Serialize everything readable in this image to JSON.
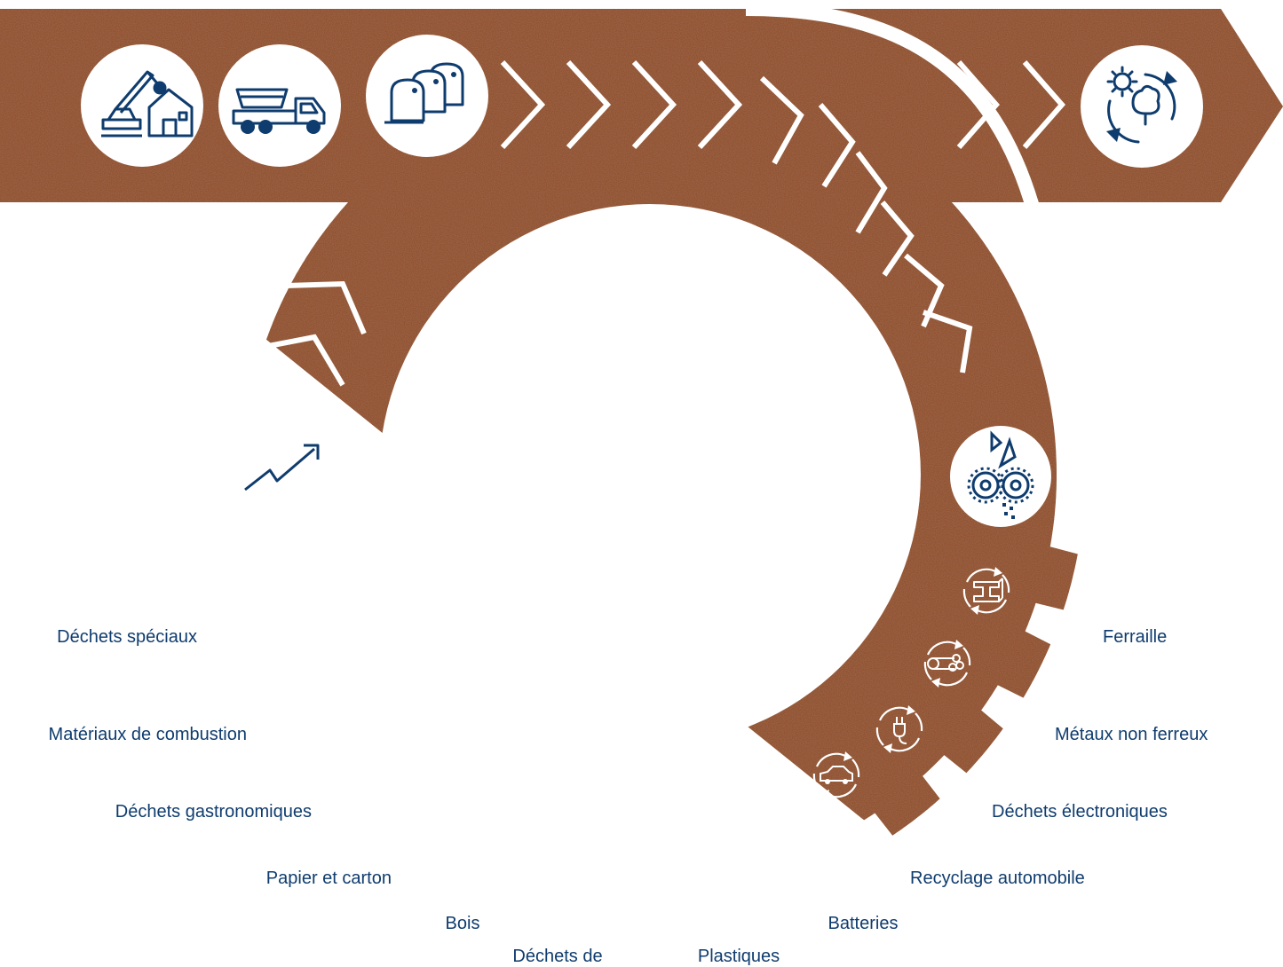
{
  "colors": {
    "rust": "#8a4a2c",
    "rust_dark": "#6a3520",
    "rust_light": "#a8633e",
    "navy": "#0f3c6e",
    "white": "#ffffff"
  },
  "flow_icons": [
    {
      "name": "demolition-icon"
    },
    {
      "name": "skip-truck-icon"
    },
    {
      "name": "collection-containers-icon"
    },
    {
      "name": "circular-environment-icon"
    },
    {
      "name": "growth-chart-icon"
    },
    {
      "name": "shredder-icon"
    }
  ],
  "categories": {
    "left": [
      {
        "label": "Déchets spéciaux",
        "icon": "skull-crossbones-icon"
      },
      {
        "label": "Matériaux de combustion",
        "icon": "fire-icon"
      },
      {
        "label": "Déchets gastronomiques",
        "icon": "apple-core-icon"
      },
      {
        "label": "Papier et carton",
        "icon": "cardboard-box-icon"
      },
      {
        "label": "Bois",
        "icon": "wood-planks-icon"
      },
      {
        "label": "Déchets de",
        "icon": "construction-waste-icon"
      }
    ],
    "right": [
      {
        "label": "Plastiques",
        "icon": "plastic-bottle-icon"
      },
      {
        "label": "Batteries",
        "icon": "battery-icon"
      },
      {
        "label": "Recyclage automobile",
        "icon": "car-icon"
      },
      {
        "label": "Déchets électroniques",
        "icon": "electric-plug-icon"
      },
      {
        "label": "Métaux non ferreux",
        "icon": "metal-pipes-icon"
      },
      {
        "label": "Ferraille",
        "icon": "steel-beam-icon"
      }
    ]
  }
}
